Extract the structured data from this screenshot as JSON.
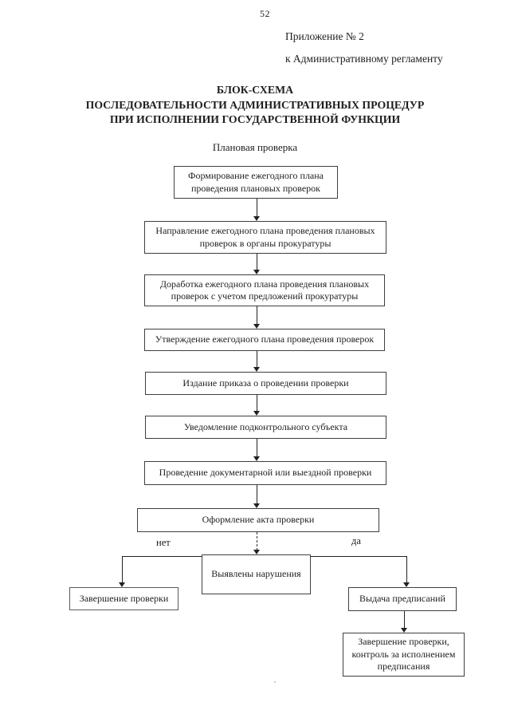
{
  "page": {
    "number": "52",
    "appendix_line1": "Приложение № 2",
    "appendix_line2": "к Административному регламенту",
    "title_line1": "БЛОК-СХЕМА",
    "title_line2": "ПОСЛЕДОВАТЕЛЬНОСТИ АДМИНИСТРАТИВНЫХ ПРОЦЕДУР",
    "title_line3": "ПРИ ИСПОЛНЕНИИ ГОСУДАРСТВЕННОЙ ФУНКЦИИ",
    "subtitle": "Плановая проверка"
  },
  "flowchart": {
    "steps": [
      "Формирование ежегодного плана проведения плановых проверок",
      "Направление ежегодного плана проведения плановых проверок в органы прокуратуры",
      "Доработка ежегодного плана проведения плановых проверок с учетом предложений прокуратуры",
      "Утверждение ежегодного плана проведения проверок",
      "Издание приказа о проведении проверки",
      "Уведомление подконтрольного субъекта",
      "Проведение документарной или выездной проверки",
      "Оформление акта проверки"
    ],
    "decision": "Выявлены нарушения",
    "branch_no_label": "нет",
    "branch_yes_label": "да",
    "outcome_no": "Завершение проверки",
    "outcome_yes": "Выдача предписаний",
    "outcome_yes_final": "Завершение проверки, контроль за исполнением предписания"
  },
  "colors": {
    "background": "#ffffff",
    "ink": "#1d1d1d",
    "box_border": "#3f3f3f"
  }
}
